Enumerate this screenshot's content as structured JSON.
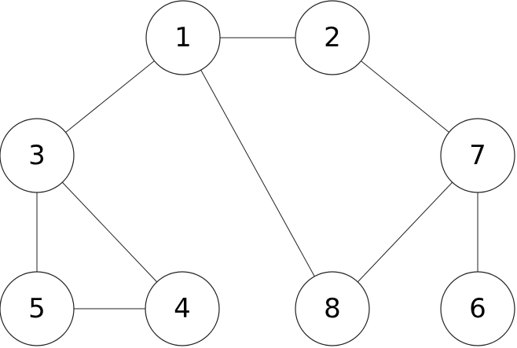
{
  "graph": {
    "nodes": [
      {
        "id": "1",
        "label": "1"
      },
      {
        "id": "2",
        "label": "2"
      },
      {
        "id": "3",
        "label": "3"
      },
      {
        "id": "4",
        "label": "4"
      },
      {
        "id": "5",
        "label": "5"
      },
      {
        "id": "6",
        "label": "6"
      },
      {
        "id": "7",
        "label": "7"
      },
      {
        "id": "8",
        "label": "8"
      }
    ],
    "edges": [
      {
        "from": "1",
        "to": "2"
      },
      {
        "from": "1",
        "to": "3"
      },
      {
        "from": "1",
        "to": "8"
      },
      {
        "from": "2",
        "to": "7"
      },
      {
        "from": "3",
        "to": "5"
      },
      {
        "from": "3",
        "to": "4"
      },
      {
        "from": "5",
        "to": "4"
      },
      {
        "from": "7",
        "to": "8"
      },
      {
        "from": "7",
        "to": "6"
      }
    ]
  }
}
